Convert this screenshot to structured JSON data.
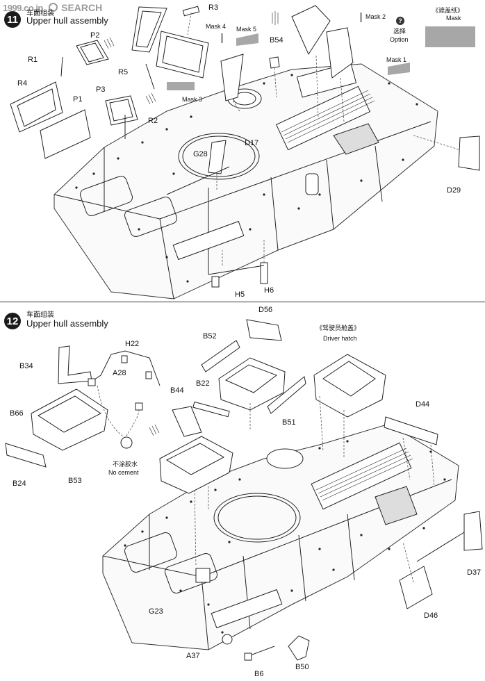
{
  "watermark": {
    "brand": "1999.co.jp",
    "search": "SEARCH"
  },
  "step11": {
    "number": "11",
    "title_cn": "车面组装",
    "title_en": "Upper hull assembly",
    "mask_legend": {
      "cn": "《遮盖纸》",
      "en": "Mask"
    },
    "option": {
      "cn": "选择",
      "en": "Option"
    },
    "labels": {
      "R3": "R3",
      "P2": "P2",
      "R1": "R1",
      "R5": "R5",
      "R4": "R4",
      "P1": "P1",
      "P3": "P3",
      "R2": "R2",
      "mask4": "Mask 4",
      "mask5": "Mask 5",
      "mask3": "Mask 3",
      "mask2": "Mask 2",
      "mask1": "Mask 1",
      "B54": "B54",
      "D17": "D17",
      "G28": "G28",
      "D29": "D29",
      "H5": "H5",
      "H6": "H6"
    }
  },
  "step12": {
    "number": "12",
    "title_cn": "车面组装",
    "title_en": "Upper hull assembly",
    "driver_hatch": {
      "cn": "《驾驶员舱盖》",
      "en": "Driver hatch"
    },
    "no_cement": {
      "cn": "不涂胶水",
      "en": "No cement"
    },
    "labels": {
      "D56": "D56",
      "B52": "B52",
      "H22": "H22",
      "B34": "B34",
      "A28": "A28",
      "B22": "B22",
      "B44": "B44",
      "B66": "B66",
      "B51": "B51",
      "D44": "D44",
      "B24": "B24",
      "B53": "B53",
      "D37": "D37",
      "G23": "G23",
      "D46": "D46",
      "A37": "A37",
      "B6": "B6",
      "B50": "B50"
    }
  }
}
